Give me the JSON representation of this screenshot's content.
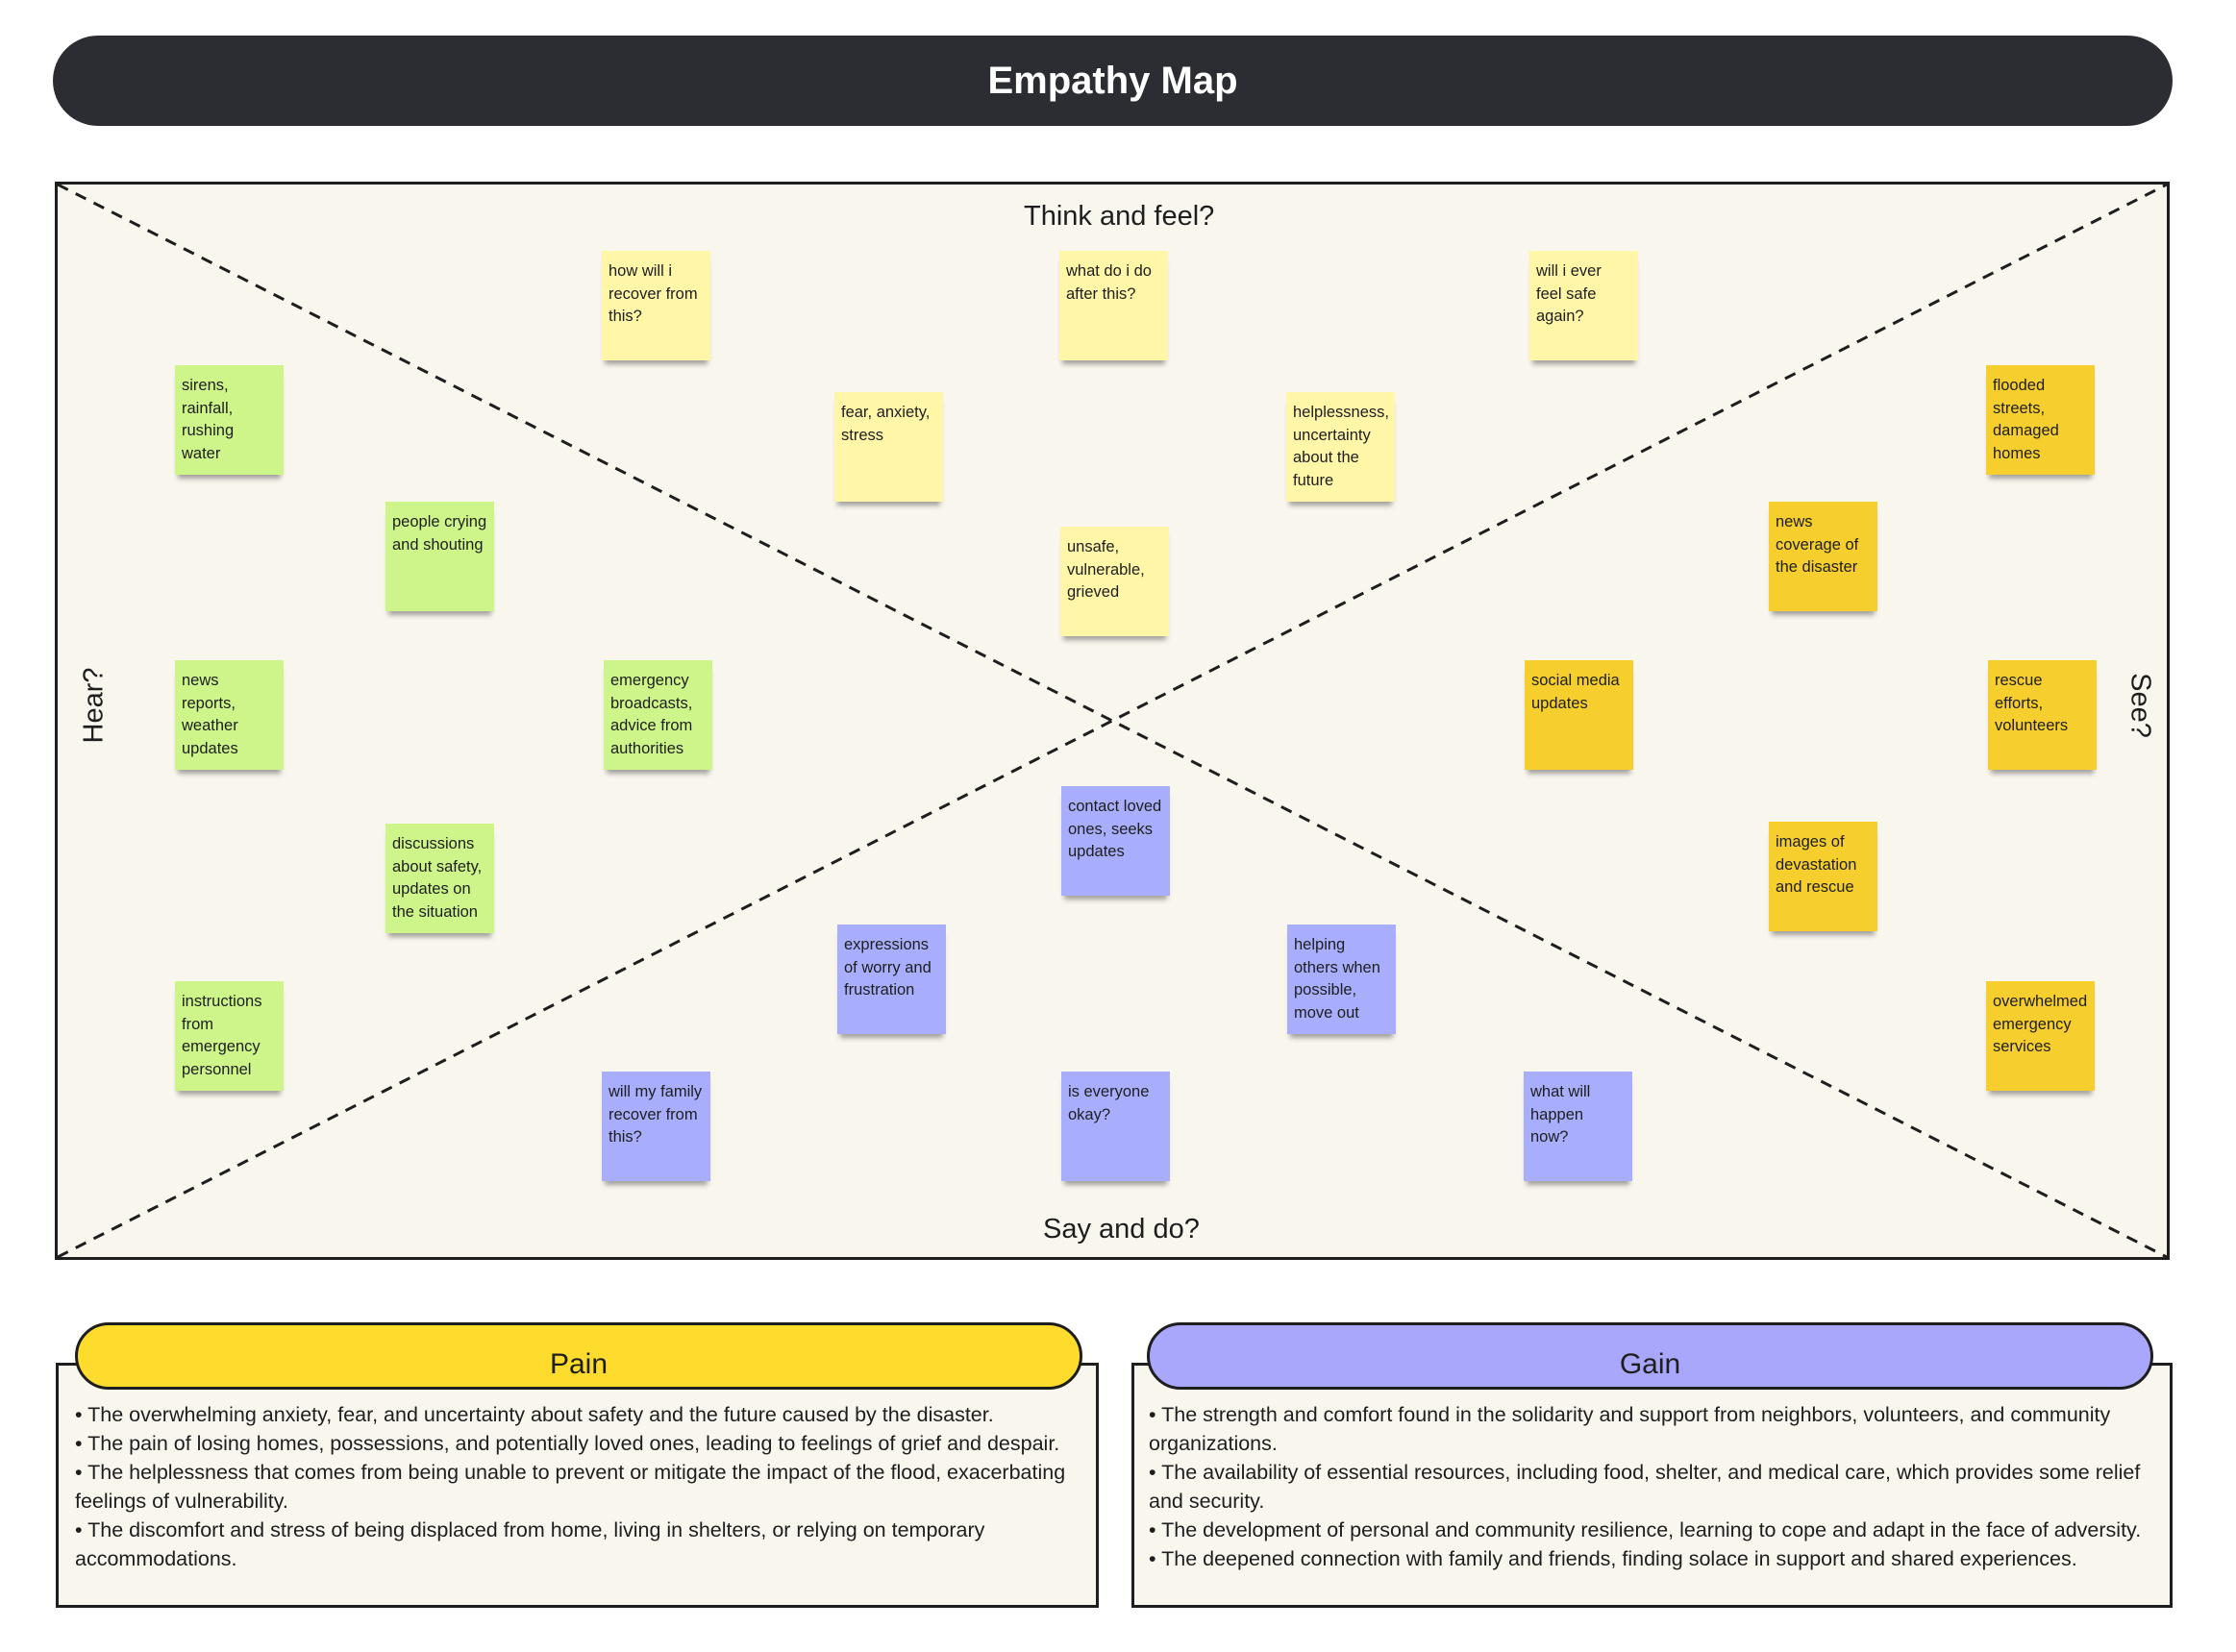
{
  "title": "Empathy Map",
  "labels": {
    "think": "Think and feel?",
    "say": "Say and do?",
    "hear": "Hear?",
    "see": "See?"
  },
  "colors": {
    "title_bar": "#2c2d33",
    "canvas": "#f9f6ee",
    "think_notes": "#fff6a8",
    "hear_notes": "#cdf58a",
    "see_notes": "#f6cf2e",
    "say_notes": "#a8aefc",
    "pain": "#fddc2e",
    "gain": "#a9a7fb"
  },
  "notes": {
    "think": [
      "how will i recover from this?",
      "what do i do after this?",
      "will i ever feel safe again?",
      "fear, anxiety, stress",
      "helplessness, uncertainty about the future",
      "unsafe, vulnerable, grieved"
    ],
    "hear": [
      "sirens, rainfall, rushing water",
      "people crying and shouting",
      "news reports, weather updates",
      "emergency broadcasts, advice from authorities",
      "discussions about safety, updates on the situation",
      "instructions from emergency personnel"
    ],
    "see": [
      "flooded streets, damaged homes",
      "news coverage of the disaster",
      "social media updates",
      "rescue efforts, volunteers",
      "images of devastation and rescue",
      "overwhelmed emergency services"
    ],
    "say": [
      "contact loved ones, seeks updates",
      "expressions of worry and frustration",
      "helping others when possible, move out",
      "will my family recover from this?",
      "is everyone okay?",
      "what will happen now?"
    ]
  },
  "pain": {
    "title": "Pain",
    "items": [
      "• The overwhelming anxiety, fear, and uncertainty about safety and the future caused by the disaster.",
      "• The pain of losing homes, possessions, and potentially loved ones, leading to feelings of grief and despair.",
      "• The helplessness that comes from being unable to prevent or mitigate the impact of the flood, exacerbating feelings of vulnerability.",
      "• The discomfort and stress of being displaced from home, living in shelters, or relying on temporary accommodations."
    ]
  },
  "gain": {
    "title": "Gain",
    "items": [
      "• The strength and comfort found in the solidarity and support from neighbors, volunteers, and community organizations.",
      "• The availability of essential resources, including food, shelter, and medical care, which provides some relief and security.",
      "• The development of personal and community resilience, learning to cope and adapt in the face of adversity.",
      "• The deepened connection with family and friends, finding solace in support and shared experiences."
    ]
  }
}
